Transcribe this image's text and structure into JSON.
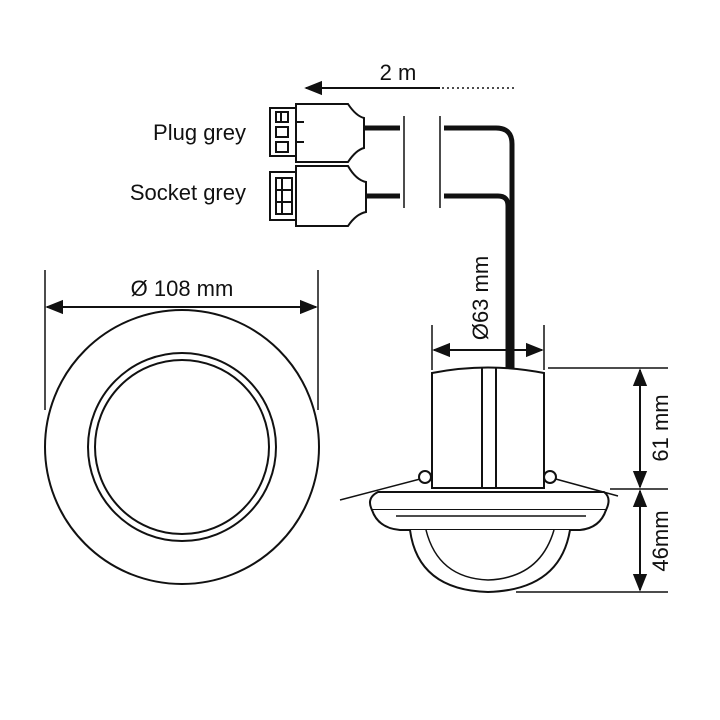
{
  "cable": {
    "length_label": "2 m"
  },
  "connectors": {
    "plug_label": "Plug grey",
    "socket_label": "Socket grey"
  },
  "dimensions": {
    "outer_diameter": "Ø 108 mm",
    "body_diameter": "Ø63 mm",
    "body_height": "61 mm",
    "dome_height": "46mm"
  },
  "colors": {
    "line": "#111111",
    "background": "#ffffff"
  }
}
